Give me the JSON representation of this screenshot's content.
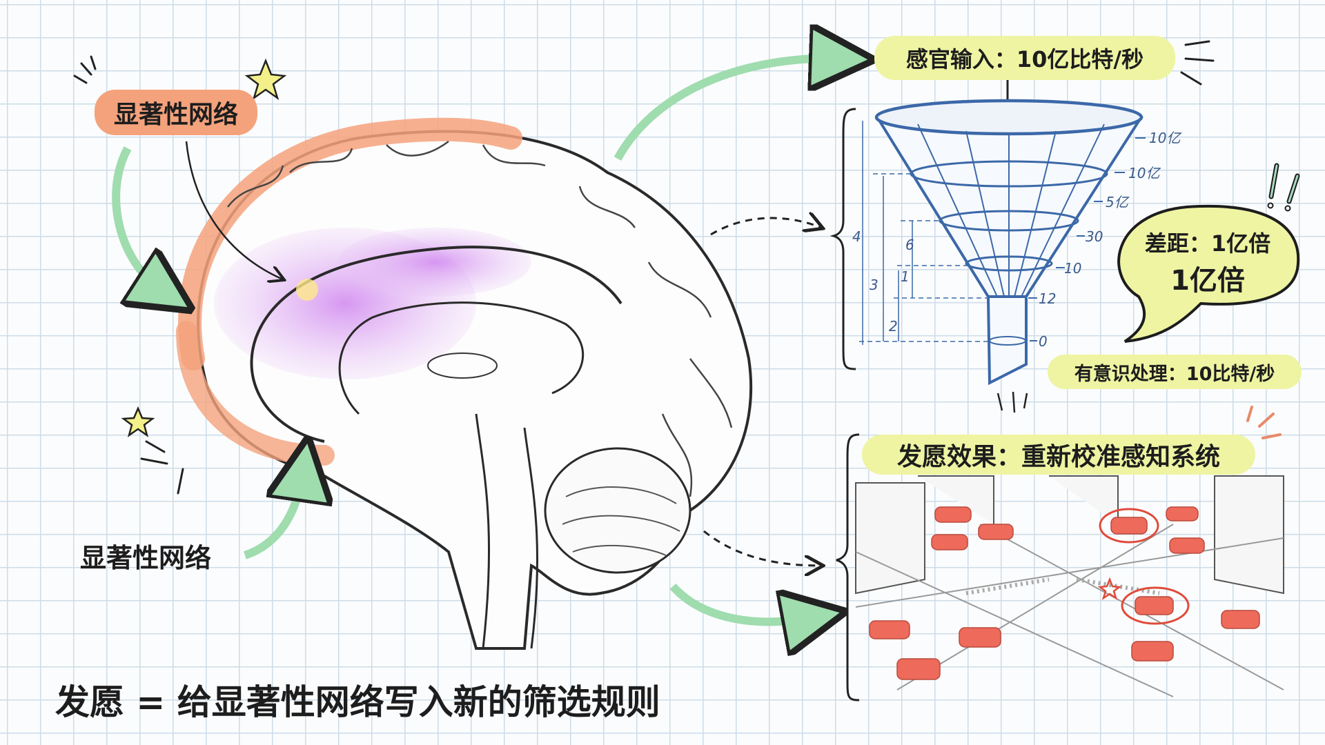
{
  "labels": {
    "salience_top": "显著性网络",
    "salience_bottom": "显著性网络",
    "sensory_input": "感官输入：10亿比特/秒",
    "conscious_processing": "有意识处理：10比特/秒",
    "gap_line1": "差距：1亿倍",
    "gap_line2": "1亿倍",
    "effect": "发愿效果：重新校准感知系统",
    "bottom_caption": "发愿 = 给显著性网络写入新的筛选规则"
  },
  "funnel_scale": {
    "right_ticks": [
      "10亿",
      "10亿",
      "5亿",
      "30",
      "10",
      "12",
      "0"
    ],
    "left_dimensions": [
      "4",
      "3",
      "2",
      "1",
      "6"
    ]
  },
  "colors": {
    "salience_highlight": "#f4a27c",
    "yellow_label": "#eef4a2",
    "green_arrow": "#9fdcae",
    "funnel_blue": "#3b68a8",
    "purple_region": "#d9a0f0",
    "car_red": "#ee6a5a"
  },
  "icons": [
    "star-icon",
    "arrow-icon",
    "exclamation-icon",
    "funnel-icon",
    "brain-illustration",
    "city-illustration"
  ]
}
